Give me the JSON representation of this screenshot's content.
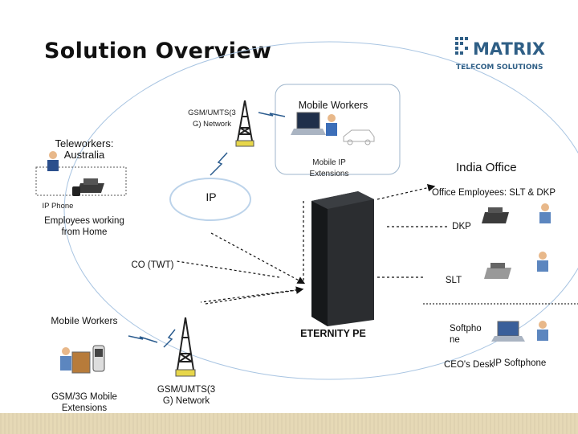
{
  "title": "Solution Overview",
  "logo": {
    "brand": "MATRIX",
    "tagline": "TELECOM SOLUTIONS",
    "brand_color": "#2f5f86"
  },
  "labels": {
    "gsm_top": [
      "GSM/UMTS(3",
      "G) Network"
    ],
    "mobile_workers_top": "Mobile Workers",
    "mobile_ip_ext": [
      "Mobile IP",
      "Extensions"
    ],
    "teleworkers": [
      "Teleworkers:",
      "Australia"
    ],
    "ip_phone": "IP Phone",
    "employees_home": [
      "Employees working",
      "from Home"
    ],
    "ip_cloud": "IP",
    "india_office": "India Office",
    "office_employees": "Office Employees: SLT & DKP",
    "dkp": "DKP",
    "co_twt": "CO (TWT)",
    "slt": "SLT",
    "mobile_workers_bottom": "Mobile Workers",
    "eternity": "ETERNITY PE",
    "softphone": [
      "Softpho",
      "ne"
    ],
    "ceo_desk": "CEO's Desk",
    "ip_softphone": "IP Softphone",
    "gsm_3g_ext": [
      "GSM/3G Mobile",
      "Extensions"
    ],
    "gsm_bottom": [
      "GSM/UMTS(3",
      "G) Network"
    ]
  },
  "icons": [
    "tower-icon",
    "cloud-icon",
    "ip-phone-icon",
    "person-icon",
    "laptop-icon",
    "pbx-device-icon",
    "mobile-phone-icon",
    "lightning-link-icon"
  ],
  "colors": {
    "accent_dashed": "#1a1a1a",
    "footer": "#e6d9b6",
    "tower": "#222222",
    "tower_base": "#e7d64a"
  }
}
